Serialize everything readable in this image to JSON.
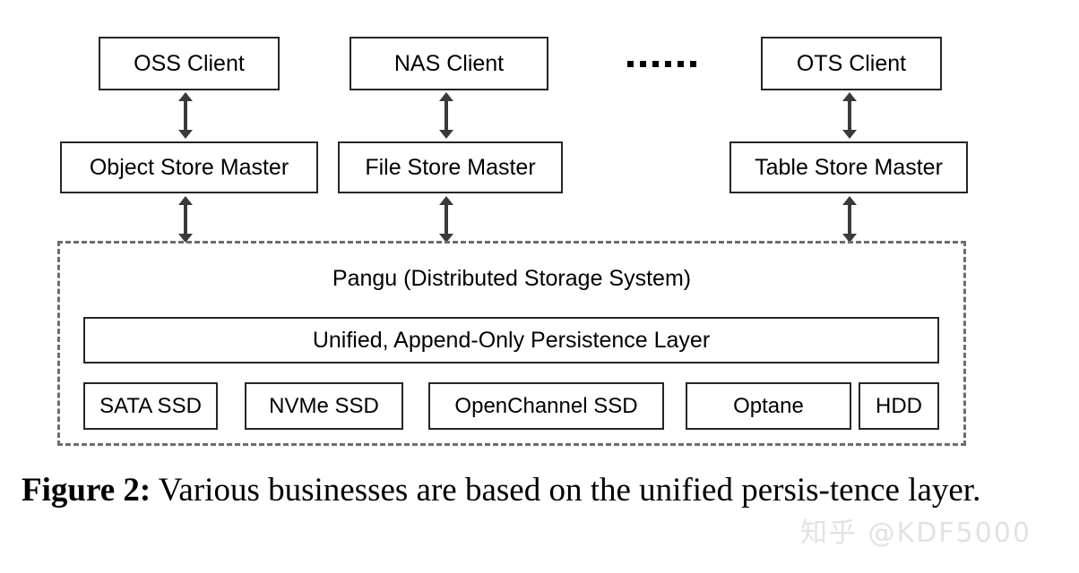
{
  "figure": {
    "caption_label": "Figure 2:",
    "caption_text": " Various businesses are based on the unified persis-tence layer.",
    "watermark": "知乎 @KDF5000"
  },
  "colors": {
    "box_border": "#262626",
    "dashed_border": "#6d6d6d",
    "arrow": "#3a3a3a",
    "background": "#ffffff",
    "watermark": "#e2e2e2"
  },
  "clients": [
    {
      "id": "oss",
      "label": "OSS Client"
    },
    {
      "id": "nas",
      "label": "NAS Client"
    },
    {
      "id": "ots",
      "label": "OTS Client"
    }
  ],
  "clients_ellipsis": "......",
  "masters": [
    {
      "id": "object",
      "label": "Object Store Master"
    },
    {
      "id": "file",
      "label": "File Store Master"
    },
    {
      "id": "table",
      "label": "Table Store Master"
    }
  ],
  "pangu": {
    "title": "Pangu (Distributed Storage System)",
    "persistence_layer": "Unified, Append-Only Persistence Layer",
    "devices": [
      {
        "id": "sata",
        "label": "SATA SSD"
      },
      {
        "id": "nvme",
        "label": "NVMe SSD"
      },
      {
        "id": "ocssd",
        "label": "OpenChannel SSD"
      },
      {
        "id": "optane",
        "label": "Optane"
      },
      {
        "id": "hdd",
        "label": "HDD"
      }
    ]
  },
  "connections": [
    {
      "id": "oss-object",
      "from": "OSS Client",
      "to": "Object Store Master",
      "type": "bidirectional"
    },
    {
      "id": "nas-file",
      "from": "NAS Client",
      "to": "File Store Master",
      "type": "bidirectional"
    },
    {
      "id": "ots-table",
      "from": "OTS Client",
      "to": "Table Store Master",
      "type": "bidirectional"
    },
    {
      "id": "object-pangu",
      "from": "Object Store Master",
      "to": "Pangu",
      "type": "bidirectional"
    },
    {
      "id": "file-pangu",
      "from": "File Store Master",
      "to": "Pangu",
      "type": "bidirectional"
    },
    {
      "id": "table-pangu",
      "from": "Table Store Master",
      "to": "Pangu",
      "type": "bidirectional"
    }
  ]
}
